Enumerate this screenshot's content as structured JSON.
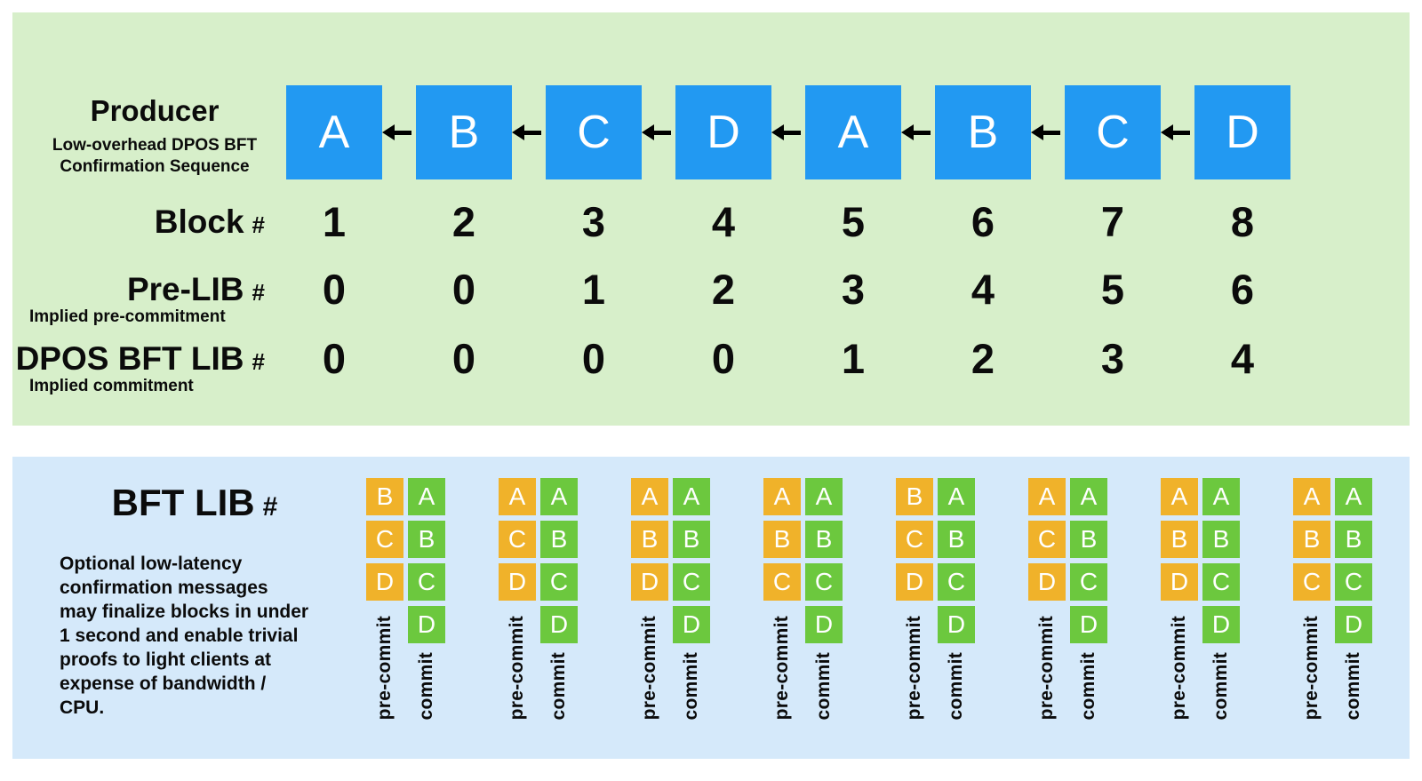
{
  "colors": {
    "top_panel_bg": "#d7efca",
    "bottom_panel_bg": "#d5e9fa",
    "producer_block_blue": "#2299f2",
    "precommit_orange": "#f0b22a",
    "commit_green": "#6cc83e",
    "arrow_black": "#000000",
    "text_black": "#0b0b0b",
    "block_letter_white": "#ffffff"
  },
  "hash": "#",
  "top_panel": {
    "producer": {
      "title": "Producer",
      "subtitle_lines": [
        "Low-overhead DPOS BFT",
        "Confirmation Sequence"
      ]
    },
    "blocks": [
      "A",
      "B",
      "C",
      "D",
      "A",
      "B",
      "C",
      "D"
    ],
    "rows": [
      {
        "label": "Block",
        "values": [
          "1",
          "2",
          "3",
          "4",
          "5",
          "6",
          "7",
          "8"
        ]
      },
      {
        "label": "Pre-LIB",
        "sublabel": "Implied pre-commitment",
        "values": [
          "0",
          "0",
          "1",
          "2",
          "3",
          "4",
          "5",
          "6"
        ]
      },
      {
        "label": "DPOS BFT LIB",
        "sublabel": "Implied commitment",
        "values": [
          "0",
          "0",
          "0",
          "0",
          "1",
          "2",
          "3",
          "4"
        ]
      }
    ]
  },
  "bottom_panel": {
    "title": "BFT LIB",
    "description_lines": [
      "Optional low-latency",
      "confirmation messages",
      "may finalize blocks in under",
      "1 second and enable trivial",
      "proofs to light clients at",
      "expense of bandwidth /",
      "CPU."
    ],
    "precommit_label": "pre-commit",
    "commit_label": "commit",
    "groups": [
      {
        "precommit": [
          "B",
          "C",
          "D"
        ],
        "commit": [
          "A",
          "B",
          "C",
          "D"
        ]
      },
      {
        "precommit": [
          "A",
          "C",
          "D"
        ],
        "commit": [
          "A",
          "B",
          "C",
          "D"
        ]
      },
      {
        "precommit": [
          "A",
          "B",
          "D"
        ],
        "commit": [
          "A",
          "B",
          "C",
          "D"
        ]
      },
      {
        "precommit": [
          "A",
          "B",
          "C"
        ],
        "commit": [
          "A",
          "B",
          "C",
          "D"
        ]
      },
      {
        "precommit": [
          "B",
          "C",
          "D"
        ],
        "commit": [
          "A",
          "B",
          "C",
          "D"
        ]
      },
      {
        "precommit": [
          "A",
          "C",
          "D"
        ],
        "commit": [
          "A",
          "B",
          "C",
          "D"
        ]
      },
      {
        "precommit": [
          "A",
          "B",
          "D"
        ],
        "commit": [
          "A",
          "B",
          "C",
          "D"
        ]
      },
      {
        "precommit": [
          "A",
          "B",
          "C"
        ],
        "commit": [
          "A",
          "B",
          "C",
          "D"
        ]
      }
    ]
  }
}
